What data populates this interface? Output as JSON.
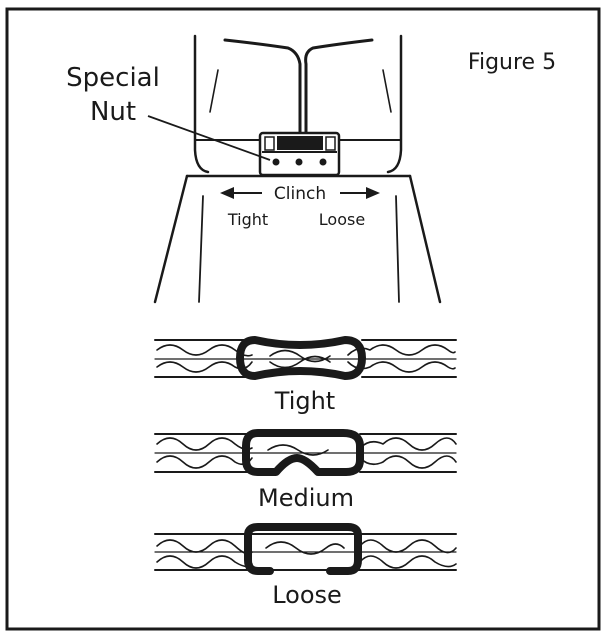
{
  "figure": {
    "title": "Figure 5",
    "nut_label_line1": "Special",
    "nut_label_line2": "Nut",
    "clinch_label": "Clinch",
    "tight_label": "Tight",
    "loose_label": "Loose"
  },
  "clinch_examples": [
    {
      "label": "Tight"
    },
    {
      "label": "Medium"
    },
    {
      "label": "Loose"
    }
  ],
  "colors": {
    "ink": "#1a1a1a",
    "background": "#ffffff"
  }
}
